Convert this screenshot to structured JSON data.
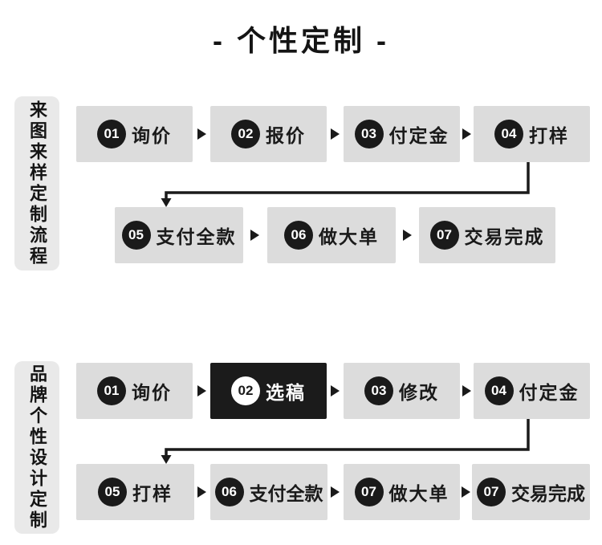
{
  "page_title": "- 个性定制 -",
  "colors": {
    "box_gray": "#dcdcdc",
    "label_gray": "#e9e9e9",
    "ink_black": "#1a1a1a",
    "highlight_box_bg": "#1b1b1b",
    "background": "#ffffff"
  },
  "sections": [
    {
      "label": "来图来样定制流程",
      "row1": [
        {
          "num": "01",
          "text": "询价"
        },
        {
          "num": "02",
          "text": "报价"
        },
        {
          "num": "03",
          "text": "付定金"
        },
        {
          "num": "04",
          "text": "打样"
        }
      ],
      "row2": [
        {
          "num": "05",
          "text": "支付全款"
        },
        {
          "num": "06",
          "text": "做大单"
        },
        {
          "num": "07",
          "text": "交易完成"
        }
      ]
    },
    {
      "label": "品牌个性设计定制",
      "row1": [
        {
          "num": "01",
          "text": "询价"
        },
        {
          "num": "02",
          "text": "选稿"
        },
        {
          "num": "03",
          "text": "修改"
        },
        {
          "num": "04",
          "text": "付定金"
        }
      ],
      "row2": [
        {
          "num": "05",
          "text": "打样"
        },
        {
          "num": "06",
          "text": "支付全款"
        },
        {
          "num": "07",
          "text": "做大单"
        },
        {
          "num": "07",
          "text": "交易完成"
        }
      ]
    }
  ]
}
